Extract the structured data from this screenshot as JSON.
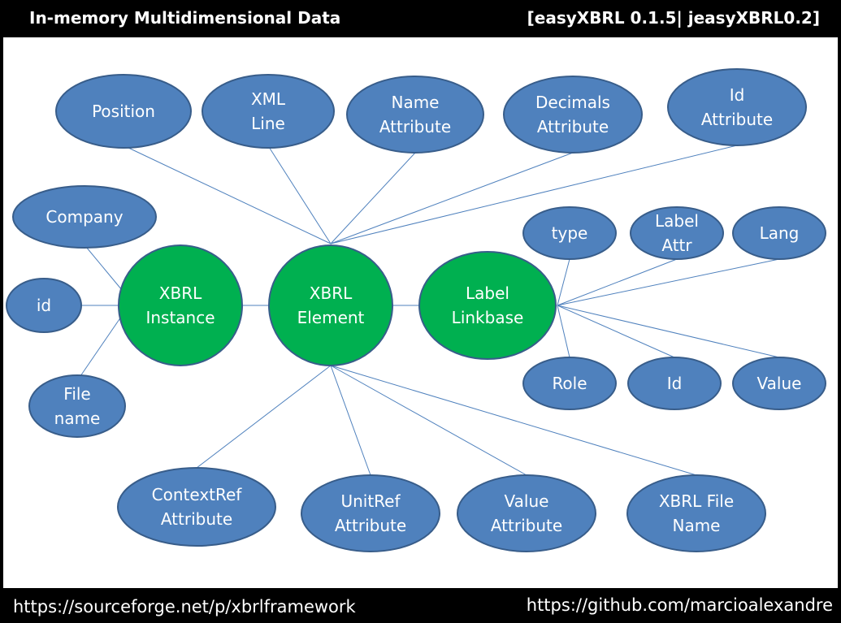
{
  "header": {
    "title": "In-memory Multidimensional Data",
    "version": "[easyXBRL 0.1.5| jeasyXBRL0.2]"
  },
  "footer": {
    "left_link": "https://sourceforge.net/p/xbrlframework",
    "right_link": "https://github.com/marcioalexandre"
  },
  "colors": {
    "attribute_fill": "#4f81bd",
    "attribute_stroke": "#385d8a",
    "core_fill": "#00b050",
    "core_stroke": "#385d8a",
    "edge": "#4f81bd"
  },
  "nodes": {
    "position": [
      "Position"
    ],
    "xml_line": [
      "XML",
      "Line"
    ],
    "name_attribute": [
      "Name",
      "Attribute"
    ],
    "decimals_attribute": [
      "Decimals",
      "Attribute"
    ],
    "id_attribute": [
      "Id",
      "Attribute"
    ],
    "company": [
      "Company"
    ],
    "id": [
      "id"
    ],
    "file_name": [
      "File",
      "name"
    ],
    "xbrl_instance": [
      "XBRL",
      "Instance"
    ],
    "xbrl_element": [
      "XBRL",
      "Element"
    ],
    "label_linkbase": [
      "Label",
      "Linkbase"
    ],
    "type": [
      "type"
    ],
    "label_attr": [
      "Label",
      "Attr"
    ],
    "lang": [
      "Lang"
    ],
    "role": [
      "Role"
    ],
    "label_id": [
      "Id"
    ],
    "label_value": [
      "Value"
    ],
    "contextref_attribute": [
      "ContextRef",
      "Attribute"
    ],
    "unitref_attribute": [
      "UnitRef",
      "Attribute"
    ],
    "value_attribute": [
      "Value",
      "Attribute"
    ],
    "xbrl_file_name": [
      "XBRL File",
      "Name"
    ]
  },
  "edges": [
    [
      "xbrl_element",
      "position"
    ],
    [
      "xbrl_element",
      "xml_line"
    ],
    [
      "xbrl_element",
      "name_attribute"
    ],
    [
      "xbrl_element",
      "decimals_attribute"
    ],
    [
      "xbrl_element",
      "id_attribute"
    ],
    [
      "xbrl_instance",
      "company"
    ],
    [
      "xbrl_instance",
      "id"
    ],
    [
      "xbrl_instance",
      "file_name"
    ],
    [
      "xbrl_element",
      "xbrl_instance"
    ],
    [
      "xbrl_element",
      "label_linkbase"
    ],
    [
      "label_linkbase",
      "type"
    ],
    [
      "label_linkbase",
      "label_attr"
    ],
    [
      "label_linkbase",
      "lang"
    ],
    [
      "label_linkbase",
      "role"
    ],
    [
      "label_linkbase",
      "label_id"
    ],
    [
      "label_linkbase",
      "label_value"
    ],
    [
      "xbrl_element",
      "contextref_attribute"
    ],
    [
      "xbrl_element",
      "unitref_attribute"
    ],
    [
      "xbrl_element",
      "value_attribute"
    ],
    [
      "xbrl_element",
      "xbrl_file_name"
    ]
  ]
}
